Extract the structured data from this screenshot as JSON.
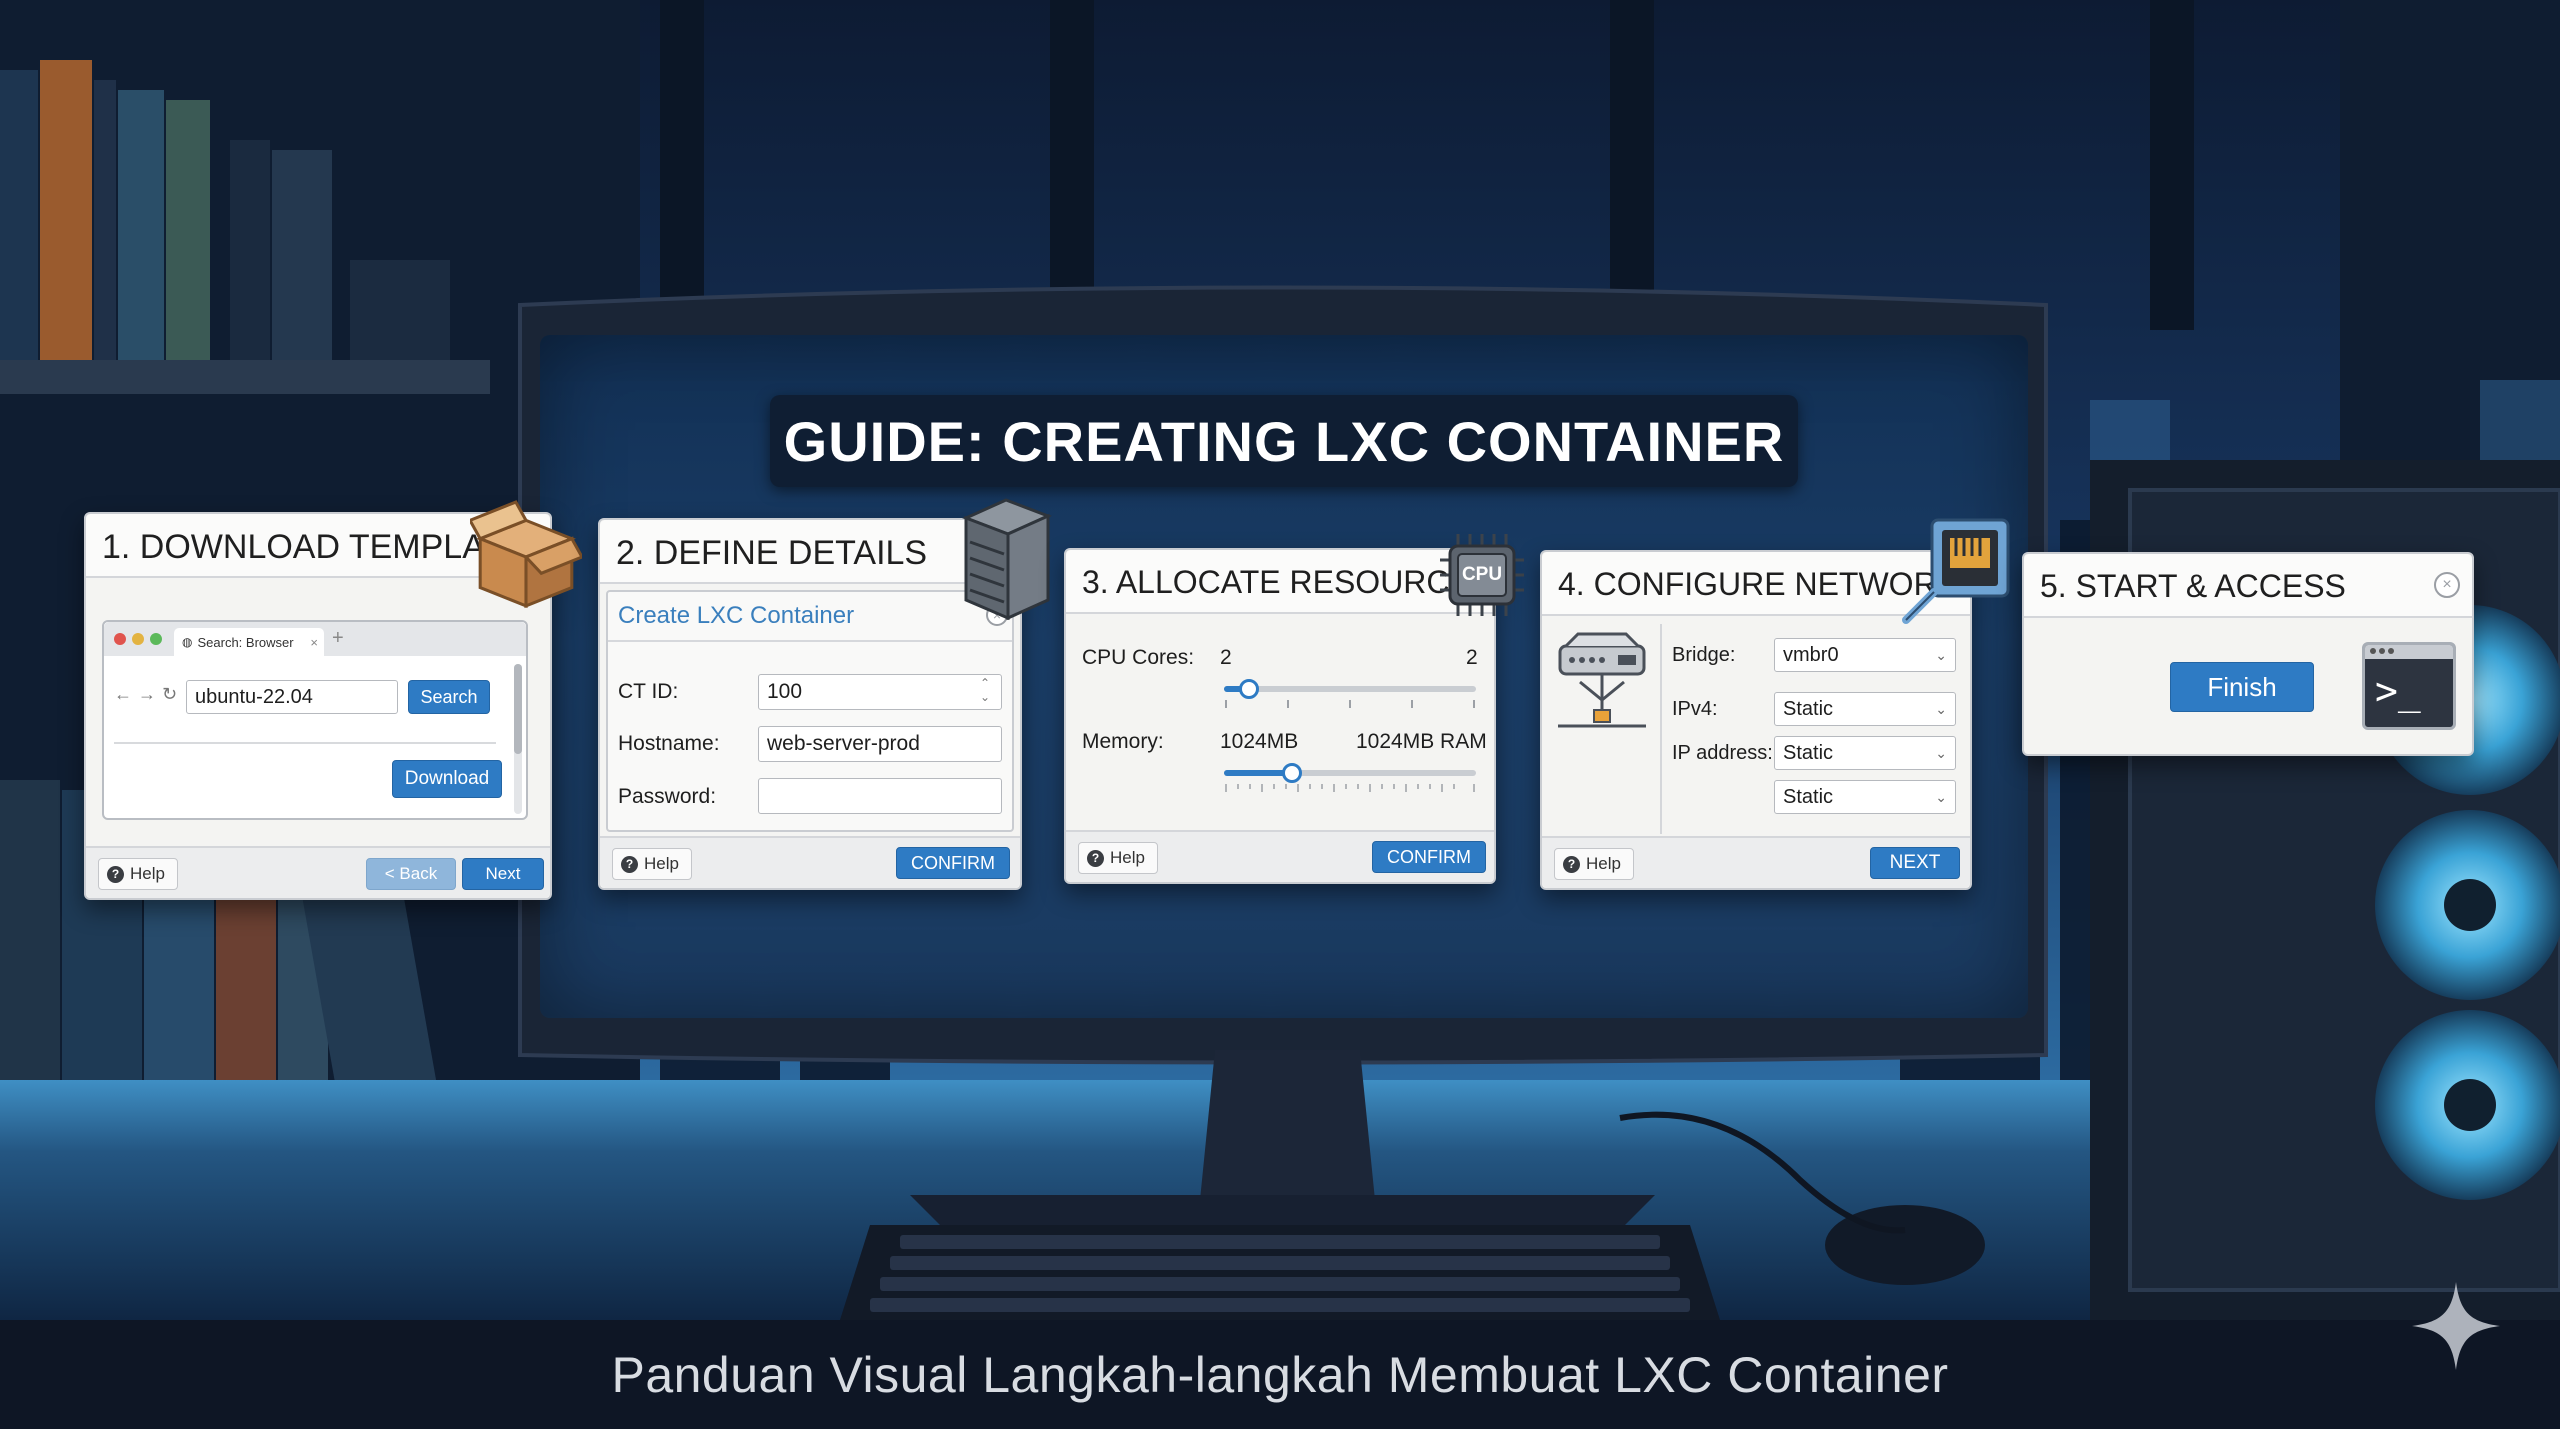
{
  "guide_title": "GUIDE: CREATING LXC CONTAINER",
  "caption": "Panduan Visual Langkah-langkah Membuat LXC Container",
  "step1": {
    "title": "1. DOWNLOAD TEMPLATE",
    "browser_tab": "Search: Browser",
    "search_value": "ubuntu-22.04",
    "search_button": "Search",
    "download_button": "Download",
    "help": "Help",
    "back": "< Back",
    "next": "Next",
    "icon": "box-icon"
  },
  "step2": {
    "title": "2. DEFINE DETAILS",
    "dialog_title": "Create LXC Container",
    "ctid_label": "CT ID:",
    "ctid_value": "100",
    "hostname_label": "Hostname:",
    "hostname_value": "web-server-prod",
    "password_label": "Password:",
    "password_value": "",
    "help": "Help",
    "confirm": "CONFIRM",
    "icon": "server-icon"
  },
  "step3": {
    "title": "3. ALLOCATE RESOURCES",
    "cpu_label": "CPU Cores:",
    "cpu_value": "2",
    "cpu_max": "2",
    "cpu_level": 0.1,
    "memory_label": "Memory:",
    "memory_value": "1024MB",
    "memory_total": "1024MB RAM",
    "memory_level": 0.27,
    "cpu_chip": "CPU",
    "help": "Help",
    "confirm": "CONFIRM",
    "icon": "cpu-icon"
  },
  "step4": {
    "title": "4. CONFIGURE NETWORK",
    "bridge_label": "Bridge:",
    "bridge_value": "vmbr0",
    "ipv4_label": "IPv4:",
    "ipv4_value": "Static",
    "ip_label": "IP address:",
    "ip_value": "Static",
    "extra_value": "Static",
    "help": "Help",
    "next": "NEXT",
    "icon": "ethernet-port-icon"
  },
  "step5": {
    "title": "5. START & ACCESS",
    "finish": "Finish",
    "terminal_prompt": ">_",
    "icon": "terminal-icon"
  },
  "colors": {
    "accent": "#2e7bc4",
    "screen": "#1a3d66",
    "title_bg": "#0f1e33"
  }
}
